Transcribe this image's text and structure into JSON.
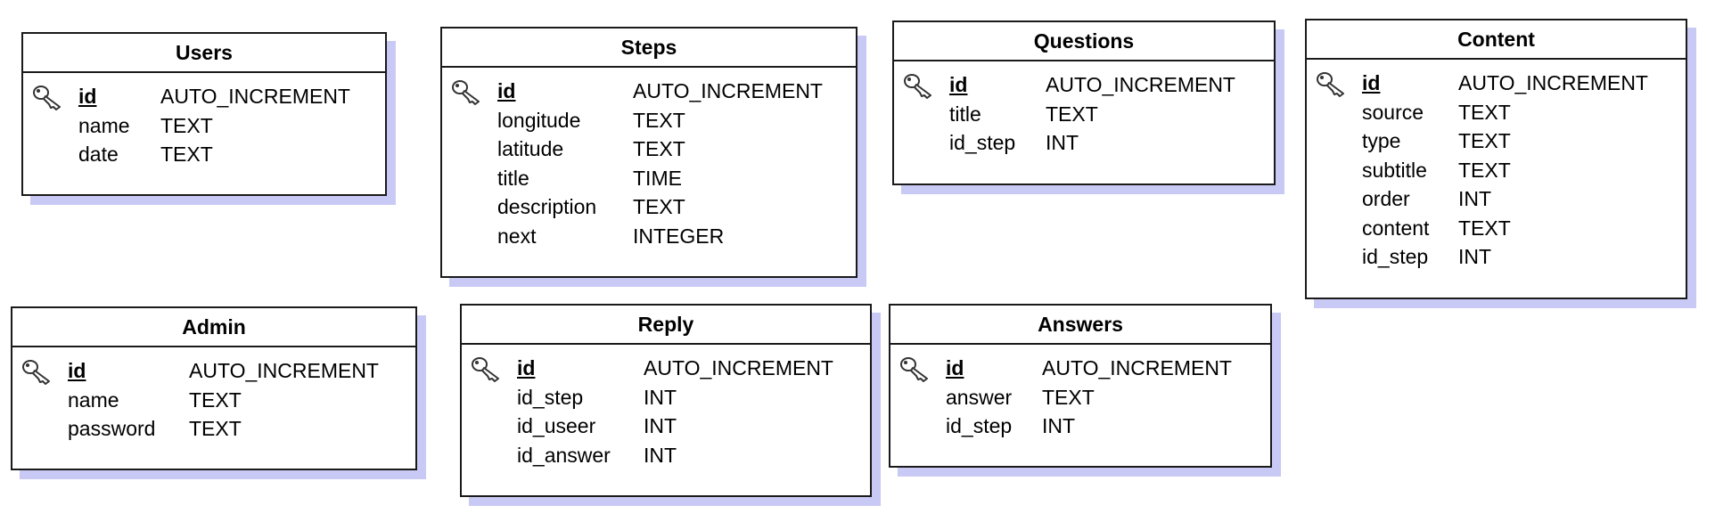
{
  "colors": {
    "border": "#1a1a1a",
    "shadow": "#c9c9f5",
    "background": "#ffffff"
  },
  "icons": {
    "primary_key": "key-icon"
  },
  "tables": [
    {
      "id": "users",
      "title": "Users",
      "fields": [
        {
          "name": "id",
          "type": "AUTO_INCREMENT",
          "primary_key": true
        },
        {
          "name": "name",
          "type": "TEXT"
        },
        {
          "name": "date",
          "type": "TEXT"
        }
      ]
    },
    {
      "id": "steps",
      "title": "Steps",
      "fields": [
        {
          "name": "id",
          "type": "AUTO_INCREMENT",
          "primary_key": true
        },
        {
          "name": "longitude",
          "type": "TEXT"
        },
        {
          "name": "latitude",
          "type": "TEXT"
        },
        {
          "name": "title",
          "type": "TIME"
        },
        {
          "name": "description",
          "type": "TEXT"
        },
        {
          "name": "next",
          "type": "INTEGER"
        }
      ]
    },
    {
      "id": "questions",
      "title": "Questions",
      "fields": [
        {
          "name": "id",
          "type": "AUTO_INCREMENT",
          "primary_key": true
        },
        {
          "name": "title",
          "type": "TEXT"
        },
        {
          "name": "id_step",
          "type": "INT"
        }
      ]
    },
    {
      "id": "content",
      "title": "Content",
      "fields": [
        {
          "name": "id",
          "type": "AUTO_INCREMENT",
          "primary_key": true
        },
        {
          "name": "source",
          "type": "TEXT"
        },
        {
          "name": "type",
          "type": "TEXT"
        },
        {
          "name": "subtitle",
          "type": "TEXT"
        },
        {
          "name": "order",
          "type": "INT"
        },
        {
          "name": "content",
          "type": "TEXT"
        },
        {
          "name": "id_step",
          "type": "INT"
        }
      ]
    },
    {
      "id": "admin",
      "title": "Admin",
      "fields": [
        {
          "name": "id",
          "type": "AUTO_INCREMENT",
          "primary_key": true
        },
        {
          "name": "name",
          "type": "TEXT"
        },
        {
          "name": "password",
          "type": "TEXT"
        }
      ]
    },
    {
      "id": "reply",
      "title": "Reply",
      "fields": [
        {
          "name": "id",
          "type": "AUTO_INCREMENT",
          "primary_key": true
        },
        {
          "name": "id_step",
          "type": "INT"
        },
        {
          "name": "id_useer",
          "type": "INT"
        },
        {
          "name": "id_answer",
          "type": "INT"
        }
      ]
    },
    {
      "id": "answers",
      "title": "Answers",
      "fields": [
        {
          "name": "id",
          "type": "AUTO_INCREMENT",
          "primary_key": true
        },
        {
          "name": "answer",
          "type": "TEXT"
        },
        {
          "name": "id_step",
          "type": "INT"
        }
      ]
    }
  ]
}
